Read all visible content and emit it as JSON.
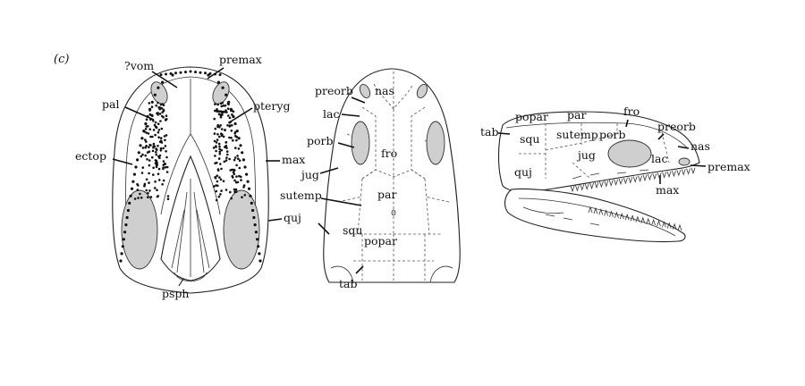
{
  "panel_label": "(c)",
  "palatal_view": {
    "labels": {
      "vom": "?vom",
      "premax": "premax",
      "pal": "pal",
      "pteryg": "pteryg",
      "ectop": "ectop",
      "max": "max",
      "quj": "quj",
      "psph": "psph"
    }
  },
  "dorsal_view": {
    "labels": {
      "preorb": "preorb",
      "nas": "nas",
      "lac": "lac",
      "porb": "porb",
      "fro": "fro",
      "jug": "jug",
      "sutemp": "sutemp",
      "par": "par",
      "squ": "squ",
      "popar": "popar",
      "tab": "tab"
    }
  },
  "lateral_view": {
    "labels": {
      "tab": "tab",
      "popar": "popar",
      "par": "par",
      "fro": "fro",
      "preorb": "preorb",
      "squ": "squ",
      "sutemp": "sutemp",
      "porb": "porb",
      "nas": "nas",
      "jug": "jug",
      "lac": "lac",
      "premax": "premax",
      "quj": "quj",
      "max": "max"
    }
  },
  "colors": {
    "line": "#222222",
    "fenestra_fill": "#cfcfcf",
    "background": "#ffffff"
  }
}
